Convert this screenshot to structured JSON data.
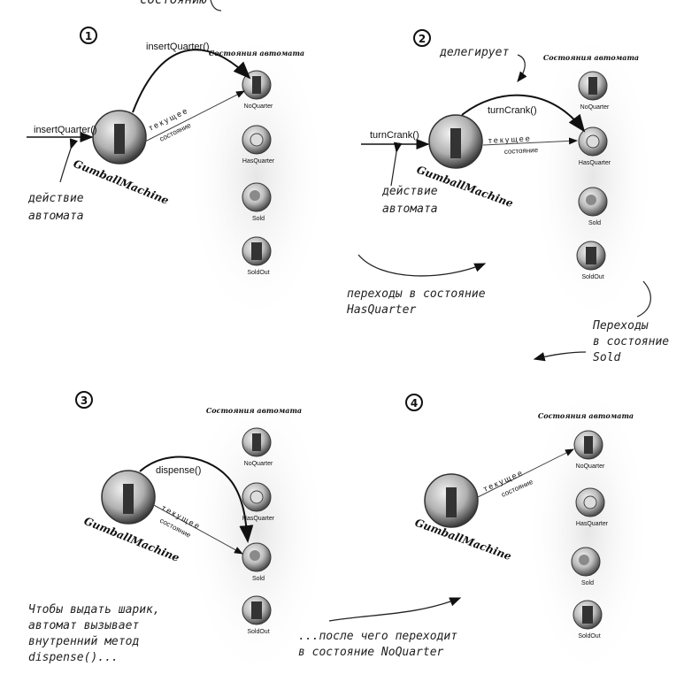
{
  "top_caption": "состоянию",
  "header_states": "Состояния автомата",
  "states": [
    "NoQuarter",
    "HasQuarter",
    "Sold",
    "SoldOut"
  ],
  "machine": "GumballMachine",
  "current_label": "текущее",
  "current_sub": "состояние",
  "panel1": {
    "num": "1",
    "call_in": "insertQuarter()",
    "call_over": "insertQuarter()",
    "note_line1": "действие",
    "note_line2": "автомата"
  },
  "panel2": {
    "num": "2",
    "delegates": "делегирует",
    "call_in": "turnCrank()",
    "call_over": "turnCrank()",
    "note_line1": "действие",
    "note_line2": "автомата",
    "trans_hq_line1": "переходы в состояние",
    "trans_hq_line2": "HasQuarter",
    "trans_sold_line1": "Переходы",
    "trans_sold_line2": "в состояние",
    "trans_sold_line3": "Sold"
  },
  "panel3": {
    "num": "3",
    "call_over": "dispense()",
    "note_line1": "Чтобы выдать шарик,",
    "note_line2": "автомат вызывает",
    "note_line3": "внутренний метод",
    "note_line4": "dispense()..."
  },
  "panel4": {
    "num": "4",
    "note_line1": "...после чего переходит",
    "note_line2": "в состояние NoQuarter"
  }
}
